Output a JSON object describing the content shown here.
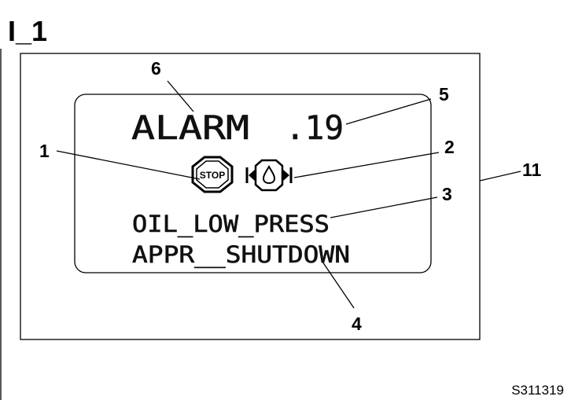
{
  "figure": {
    "title": "I_1",
    "code": "S311319"
  },
  "display": {
    "alarm_label": "ALARM",
    "alarm_number": ".19",
    "line1": "OIL_LOW_PRESS",
    "line2": "APPR__SHUTDOWN",
    "stop_icon_text": "STOP"
  },
  "icons": {
    "stop": "stop-octagon-icon",
    "oil_pressure": "oil-pressure-icon"
  },
  "callouts": {
    "c1": "1",
    "c2": "2",
    "c3": "3",
    "c4": "4",
    "c5": "5",
    "c6": "6",
    "c11": "11"
  }
}
